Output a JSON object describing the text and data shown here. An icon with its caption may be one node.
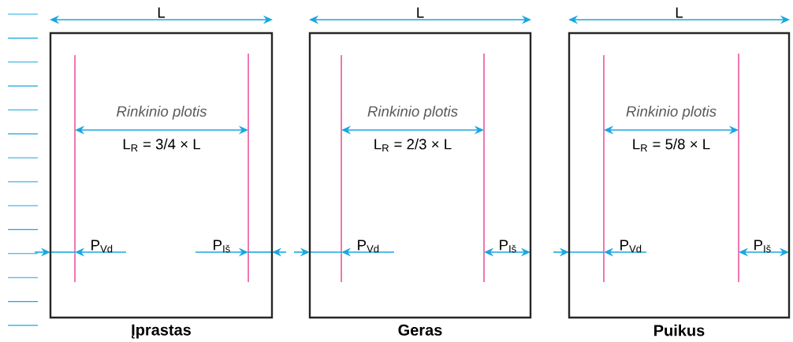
{
  "diagram": {
    "nodes": [
      {
        "text": [
          "Įprastas"
        ]
      },
      {
        "text": [
          "Geras"
        ]
      },
      {
        "text": [
          "Puikus"
        ]
      }
    ],
    "labels": [
      "L",
      "L",
      "L",
      "*Rinkinio plotis*",
      "*Rinkinio plotis*",
      "*Rinkinio plotis*",
      "L$_{R}$ = 3/4 × L",
      "L$_{R}$ = 2/3 × L",
      "L$_{R}$ = 5/8 × L",
      "P$_{Vd}$",
      "P$_{Iš}$",
      "P$_{Vd}$",
      "P$_{Iš}$",
      "P$_{Vd}$",
      "P$_{Iš}$"
    ]
  }
}
